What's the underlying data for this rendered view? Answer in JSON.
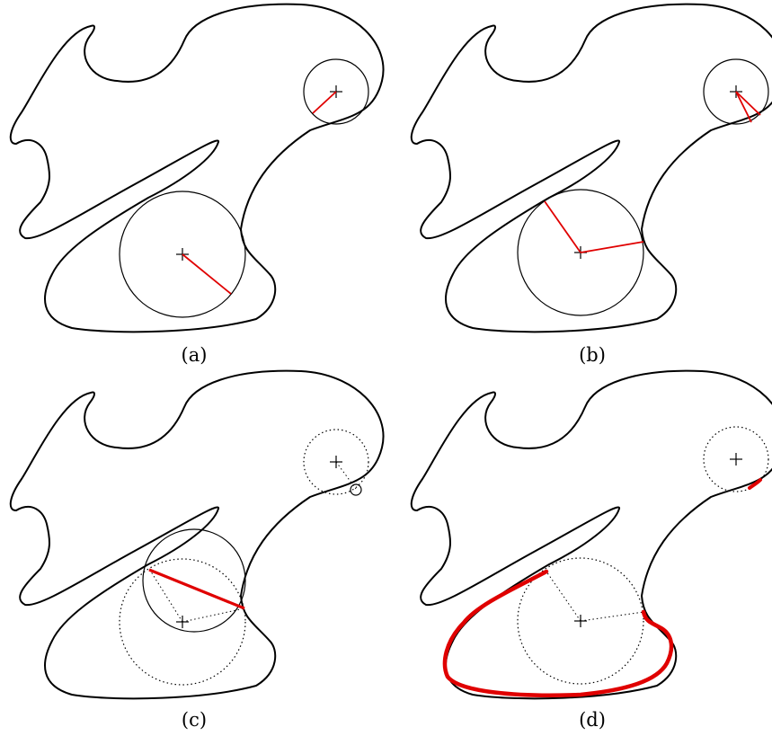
{
  "figure": {
    "panels": [
      {
        "id": "a",
        "caption": "(a)"
      },
      {
        "id": "b",
        "caption": "(b)"
      },
      {
        "id": "c",
        "caption": "(c)"
      },
      {
        "id": "d",
        "caption": "(d)"
      }
    ]
  },
  "colors": {
    "outline": "#000000",
    "highlight": "#ff0000"
  }
}
